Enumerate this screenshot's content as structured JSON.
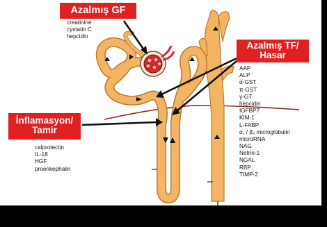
{
  "callouts": {
    "decreased_gf": {
      "title": "Azalmış GF",
      "markers": [
        "creatinine",
        "cystatin C",
        "hepcidin"
      ]
    },
    "decreased_tf_damage": {
      "title_line1": "Azalmış TF/",
      "title_line2": "Hasar",
      "markers": [
        "AAP",
        "ALP",
        "α-GST",
        "π-GST",
        "γ-GT",
        "hepcidin",
        "IGFBP7",
        "KIM-1",
        "L-FABP",
        "α₁ / β₂ microglobulin",
        "microRNA",
        "NAG",
        "Netrin-1",
        "NGAL",
        "RBP",
        "TIMP-2"
      ]
    },
    "inflammation_repair": {
      "title_line1": "İnflamasyon/",
      "title_line2": "Tamir",
      "markers": [
        "calprotectin",
        "IL-18",
        "HGF",
        "proenkephalin"
      ]
    }
  },
  "colors": {
    "callout_red": "#e12121",
    "tubule_fill": "#f3b463",
    "tubule_outline": "#b97a2c",
    "glomerulus_red": "#e0262b",
    "vessel_line": "#8b2b1e",
    "background": "#ffffff",
    "border": "#000000"
  }
}
